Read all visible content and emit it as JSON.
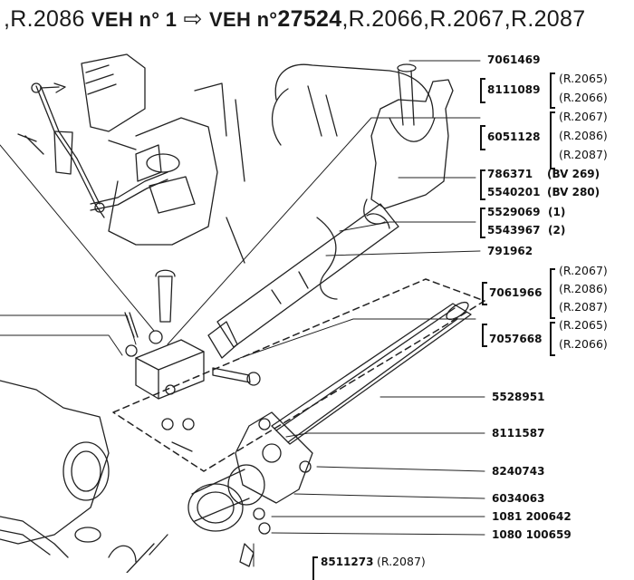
{
  "header": {
    "seg1": ",R.2086 ",
    "seg2": "VEH n° 1",
    "arrow": " ⇨ ",
    "seg3": "VEH n°",
    "seg4": "27524",
    "seg5": ",R.2066,R.2067,R.2087"
  },
  "parts": {
    "p7061469": "7061469",
    "p8111089": "8111089",
    "v8111089a": "(R.2065)",
    "v8111089b": "(R.2066)",
    "p6051128": "6051128",
    "v6051128a": "(R.2067)",
    "v6051128b": "(R.2086)",
    "v6051128c": "(R.2087)",
    "p786371": "786371",
    "v786371": "(BV 269)",
    "p5540201": "5540201",
    "v5540201": "(BV 280)",
    "p5529069": "5529069",
    "v5529069": "(1)",
    "p5543967": "5543967",
    "v5543967": "(2)",
    "p791962": "791962",
    "p7061966": "7061966",
    "v7061966a": "(R.2067)",
    "v7061966b": "(R.2086)",
    "v7061966c": "(R.2087)",
    "p7057668": "7057668",
    "v7057668a": "(R.2065)",
    "v7057668b": "(R.2066)",
    "p5528951": "5528951",
    "p8111587": "8111587",
    "p8240743": "8240743",
    "p6034063": "6034063",
    "p1081200642": "1081 200642",
    "p1080100659": "1080 100659",
    "p8511273": "8511273",
    "v8511273": "(R.2087)"
  }
}
